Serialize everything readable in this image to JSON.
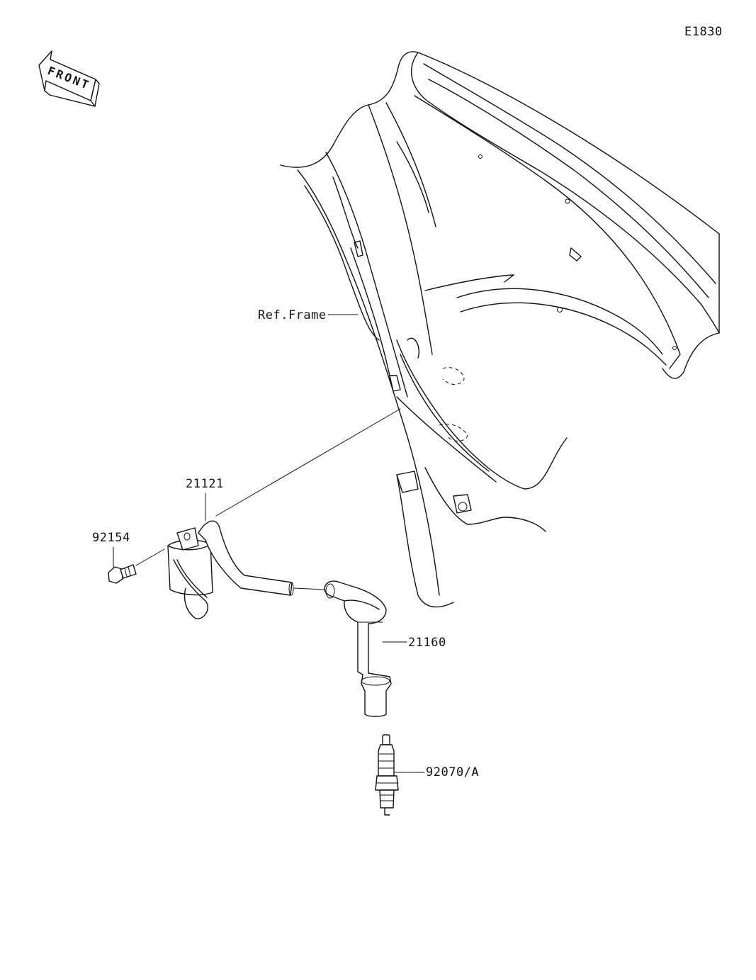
{
  "diagram_code": "E1830",
  "front_badge": "FRONT",
  "labels": {
    "frame": "Ref.Frame",
    "coil": "21121",
    "bolt": "92154",
    "cap": "21160",
    "plug": "92070/A"
  }
}
